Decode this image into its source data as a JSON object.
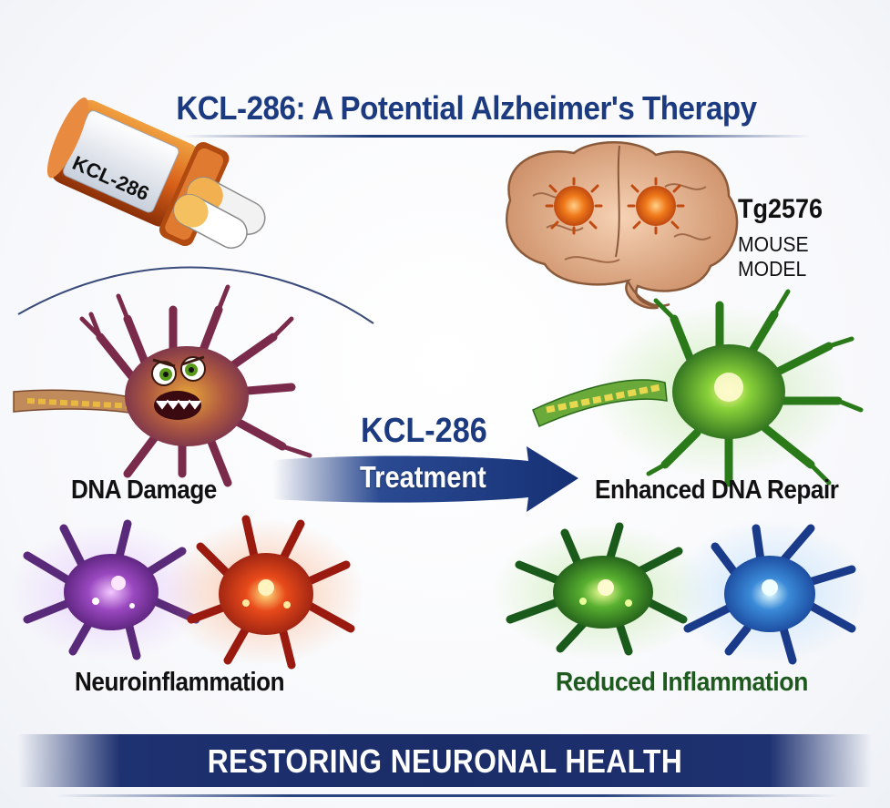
{
  "title": "KCL-286: A Potential Alzheimer's Therapy",
  "pill_bottle": {
    "label": "KCL-286"
  },
  "mouse_model": {
    "line1": "Tg2576",
    "line2": "MOUSE MODEL"
  },
  "arrow": {
    "top_label": "KCL-286",
    "inner_label": "Treatment"
  },
  "left_panels": {
    "dna": "DNA Damage",
    "inflammation": "Neuroinflammation"
  },
  "right_panels": {
    "repair": "Enhanced DNA Repair",
    "reduced": "Reduced Inflammation"
  },
  "banner": {
    "text": "RESTORING NEURONAL HEALTH"
  },
  "colors": {
    "title": "#1c3a80",
    "arrow": "#1c3a80",
    "banner": "#1b2d68",
    "damaged_neuron": "#8a3a5a",
    "healthy_neuron": "#2e9a2a",
    "reduced_label": "#1e5a1e"
  }
}
